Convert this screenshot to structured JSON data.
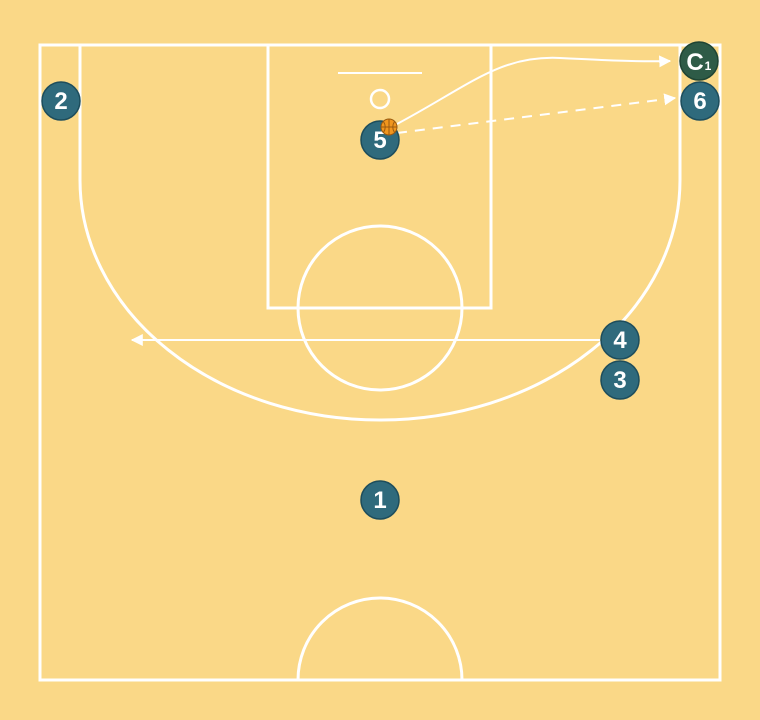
{
  "players": [
    {
      "id": "p1",
      "label": "1"
    },
    {
      "id": "p2",
      "label": "2"
    },
    {
      "id": "p3",
      "label": "3"
    },
    {
      "id": "p4",
      "label": "4"
    },
    {
      "id": "p5",
      "label": "5"
    },
    {
      "id": "p6",
      "label": "6"
    }
  ],
  "coach": {
    "label": "C",
    "sub": "1"
  },
  "ball_holder": "5",
  "colors": {
    "court": "#fad887",
    "lines": "#ffffff",
    "player": "#2f6a7c",
    "coach": "#2e5b47",
    "ball": "#f0961e"
  },
  "actions": [
    {
      "type": "cut",
      "player": "5"
    },
    {
      "type": "pass",
      "from": "5",
      "to": "6"
    },
    {
      "type": "cut",
      "player": "4"
    }
  ]
}
